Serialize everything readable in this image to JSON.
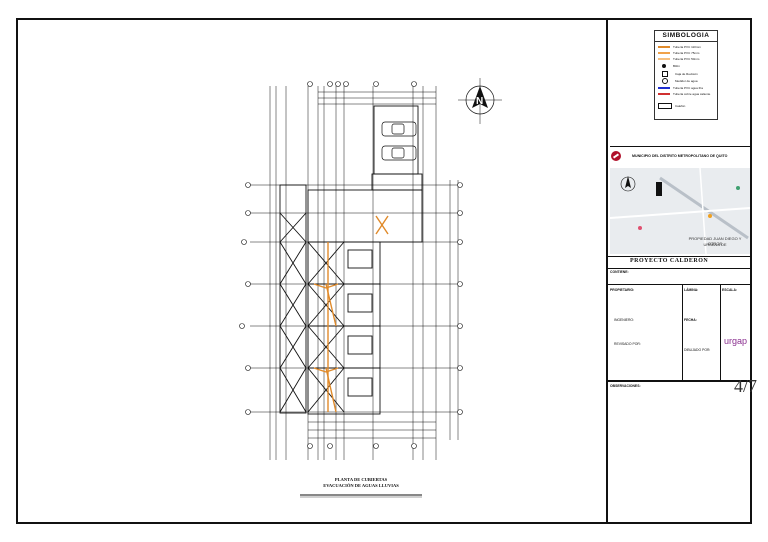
{
  "drawing": {
    "plan_title": "PLANTA DE CUBIERTAS",
    "plan_subtitle": "EVACUACIÓN DE AGUAS LLUVIAS",
    "north_label": "N"
  },
  "legend": {
    "title": "SIMBOLOGIA",
    "items": [
      {
        "label": "Tubería PVC 110mm",
        "color": "#e08a2a"
      },
      {
        "label": "Tubería PVC 75mm",
        "color": "#f0a24a"
      },
      {
        "label": "Tubería PVC 50mm",
        "color": "#f6c080"
      },
      {
        "label": "Bifón",
        "color": "#111111"
      },
      {
        "label": "Caja de Revisión",
        "color": "#111111"
      },
      {
        "label": "Medidor de agua",
        "color": "#111111"
      },
      {
        "label": "Tubería PVC agua fría",
        "color": "#1f2fd0"
      },
      {
        "label": "Tubería cobre agua caliente",
        "color": "#d03030"
      },
      {
        "label": "Calefón",
        "color": "#111111"
      }
    ]
  },
  "municipality": {
    "title": "MUNICIPIO DEL DISTRITO METROPOLITANO DE QUITO",
    "map_caption_1": "PROPIEDAD JUAN DIEGO Y OTROS",
    "map_caption_2": "URBANA DE"
  },
  "titleblock": {
    "project": "PROYECTO CALDERON",
    "sheet_number": "4/7",
    "brand": "urgap",
    "labels": [
      "CONTIENE:",
      "PROPIETARIO:",
      "LÁMINA:",
      "ESCALA:",
      "FECHA:",
      "OBSERVACIONES:"
    ],
    "notes": [
      "INGENIERO:",
      "REVISADO POR:",
      "DIBUJADO POR:"
    ]
  },
  "colors": {
    "drain": "#e08a2a",
    "line": "#111111"
  }
}
